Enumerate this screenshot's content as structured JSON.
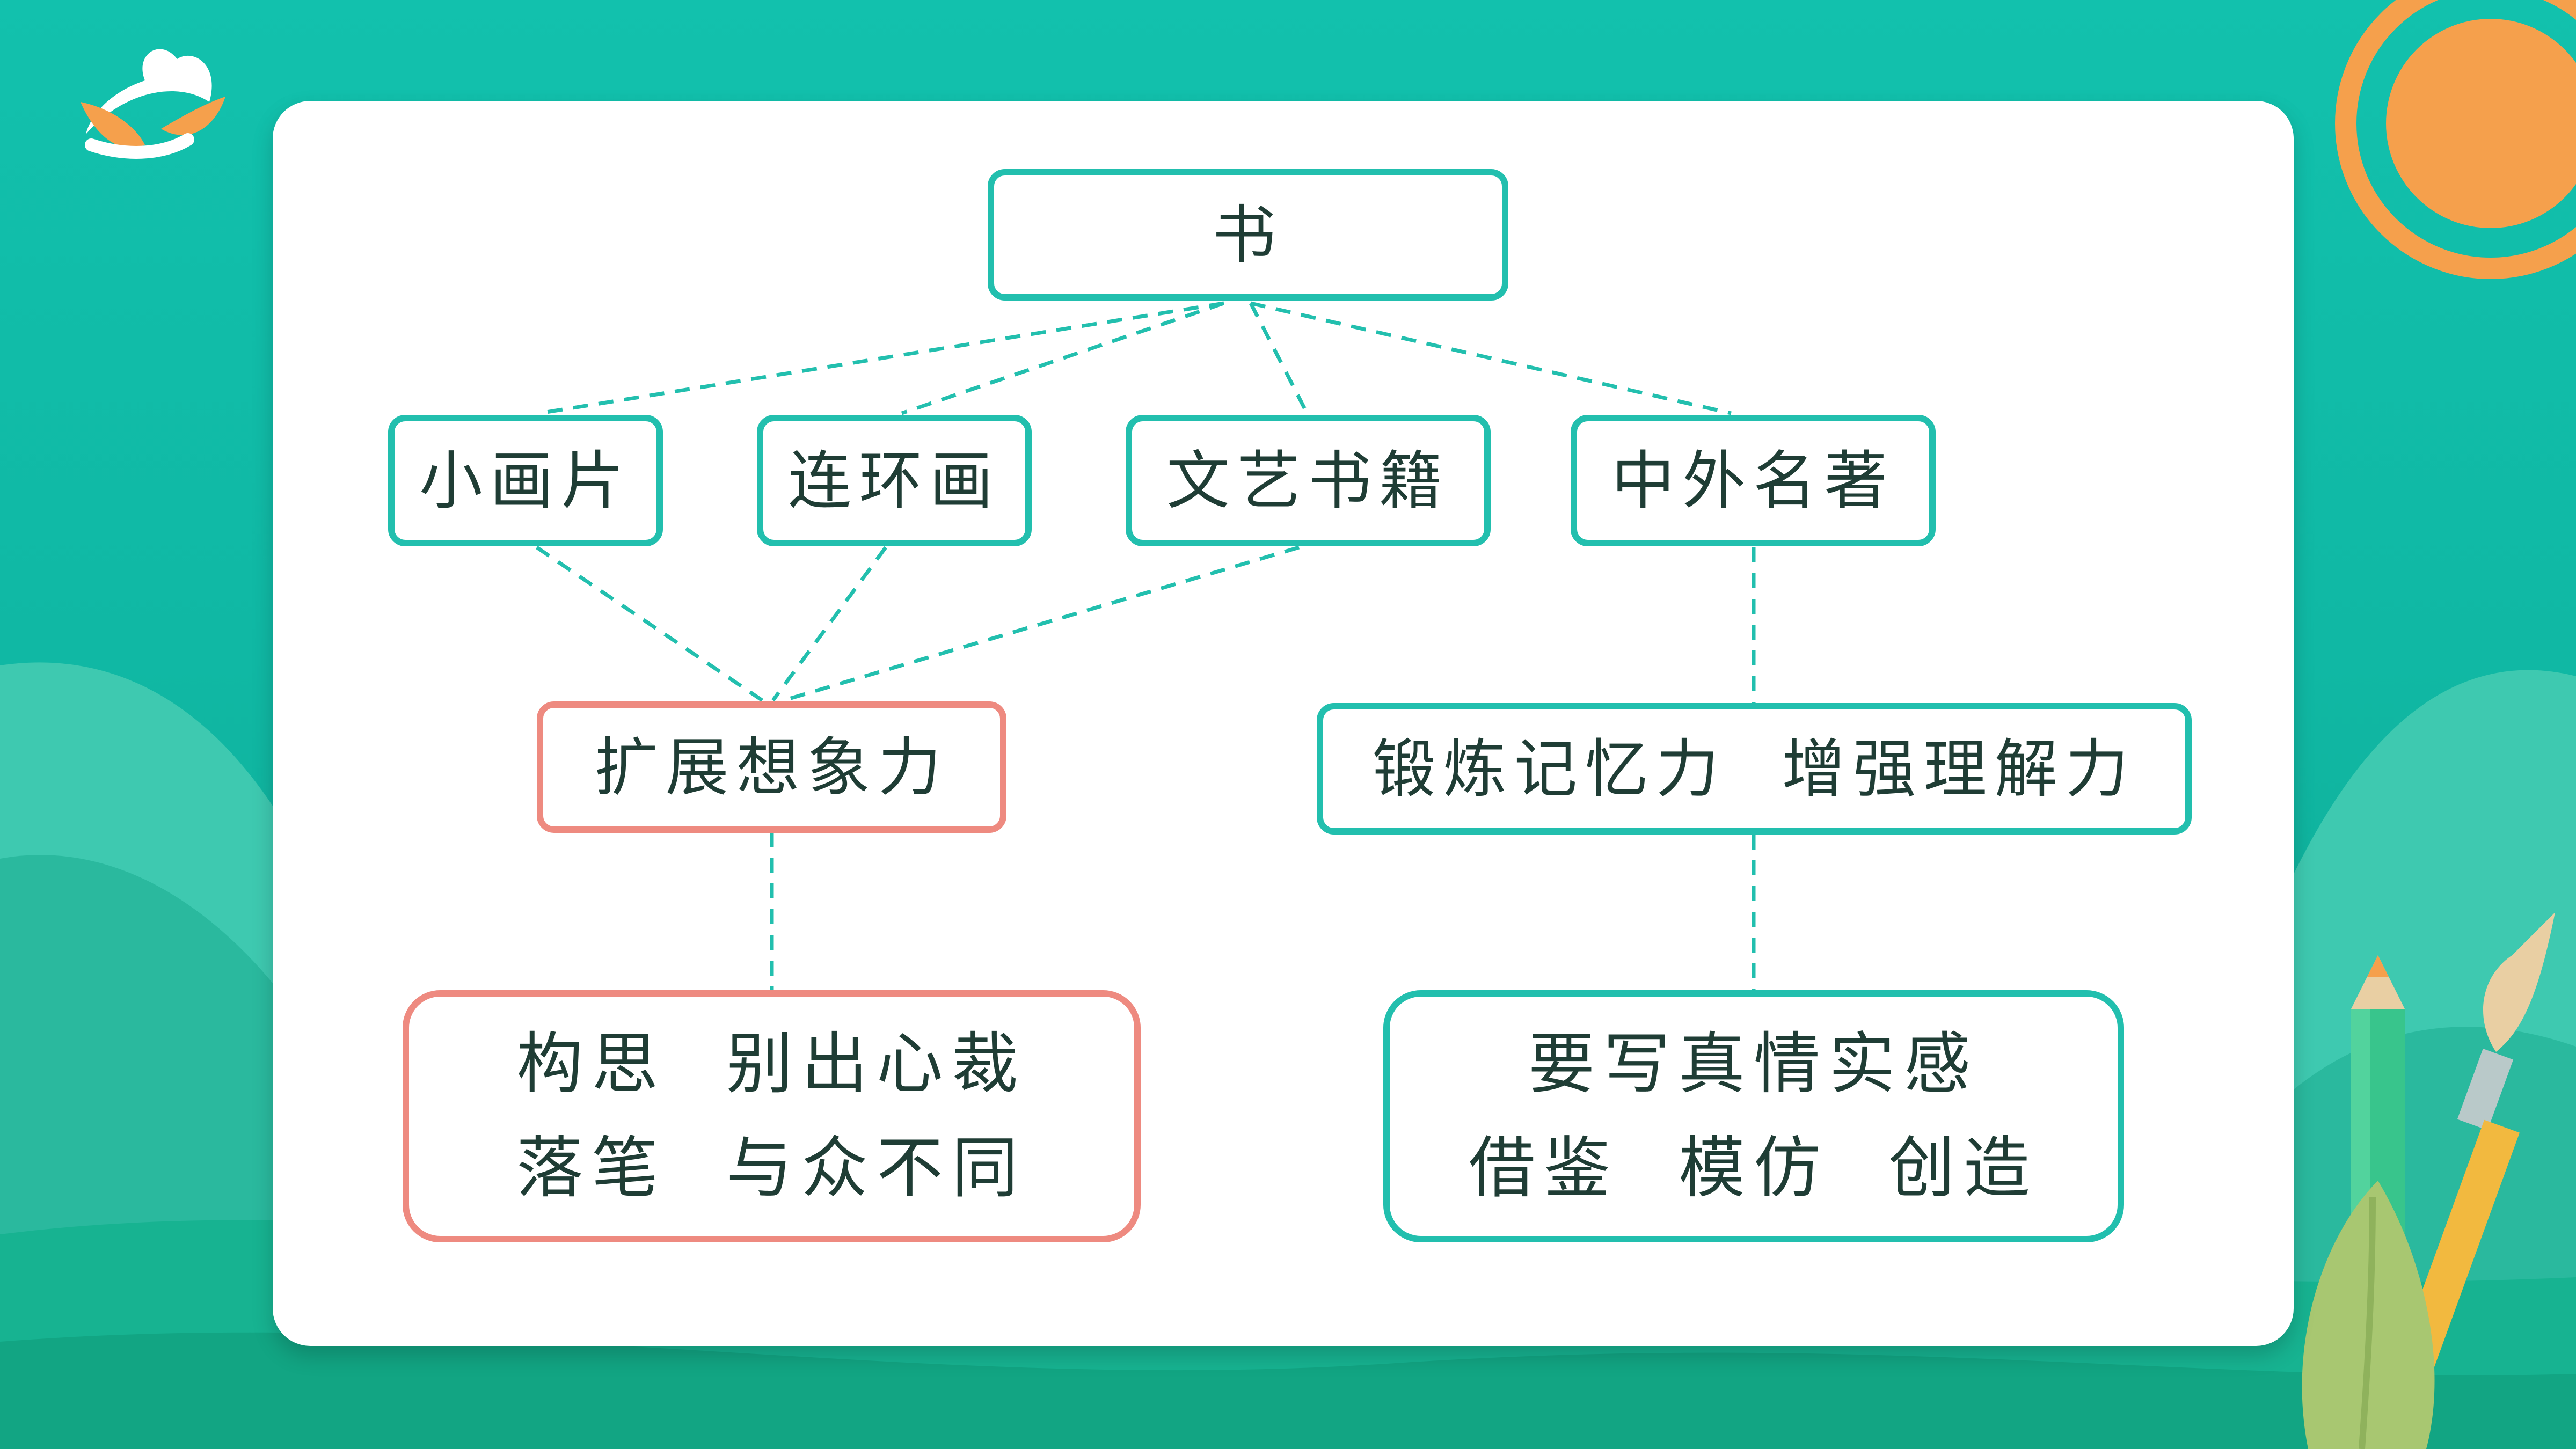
{
  "colors": {
    "background": "#12c1ad",
    "card": "#ffffff",
    "teal_border": "#22bfae",
    "pink_border": "#ee8a80",
    "connector": "#22bfae",
    "sun": "#f5a04c",
    "text": "#1f3d35"
  },
  "diagram": {
    "root": {
      "label": "书"
    },
    "categories": [
      {
        "label": "小画片"
      },
      {
        "label": "连环画"
      },
      {
        "label": "文艺书籍"
      },
      {
        "label": "中外名著"
      }
    ],
    "benefits": [
      {
        "label": "扩展想象力"
      },
      {
        "label": "锻炼记忆力  增强理解力"
      }
    ],
    "outcomes": [
      {
        "lines": [
          "构思  别出心裁",
          "落笔  与众不同"
        ]
      },
      {
        "lines": [
          "要写真情实感",
          "借鉴  模仿  创造"
        ]
      }
    ],
    "edges": [
      [
        "root",
        "小画片"
      ],
      [
        "root",
        "连环画"
      ],
      [
        "root",
        "文艺书籍"
      ],
      [
        "root",
        "中外名著"
      ],
      [
        "小画片",
        "扩展想象力"
      ],
      [
        "连环画",
        "扩展想象力"
      ],
      [
        "文艺书籍",
        "扩展想象力"
      ],
      [
        "中外名著",
        "锻炼记忆力  增强理解力"
      ],
      [
        "扩展想象力",
        "构思  别出心裁"
      ],
      [
        "锻炼记忆力  增强理解力",
        "要写真情实感"
      ]
    ]
  },
  "decorations": {
    "logo_icon": "bird-logo-icon",
    "sun_icon": "sun-icon",
    "hills": "hills-background",
    "pencil_icon": "pencil-icon",
    "brush_icon": "paintbrush-icon",
    "leaf_icon": "leaf-icon"
  }
}
